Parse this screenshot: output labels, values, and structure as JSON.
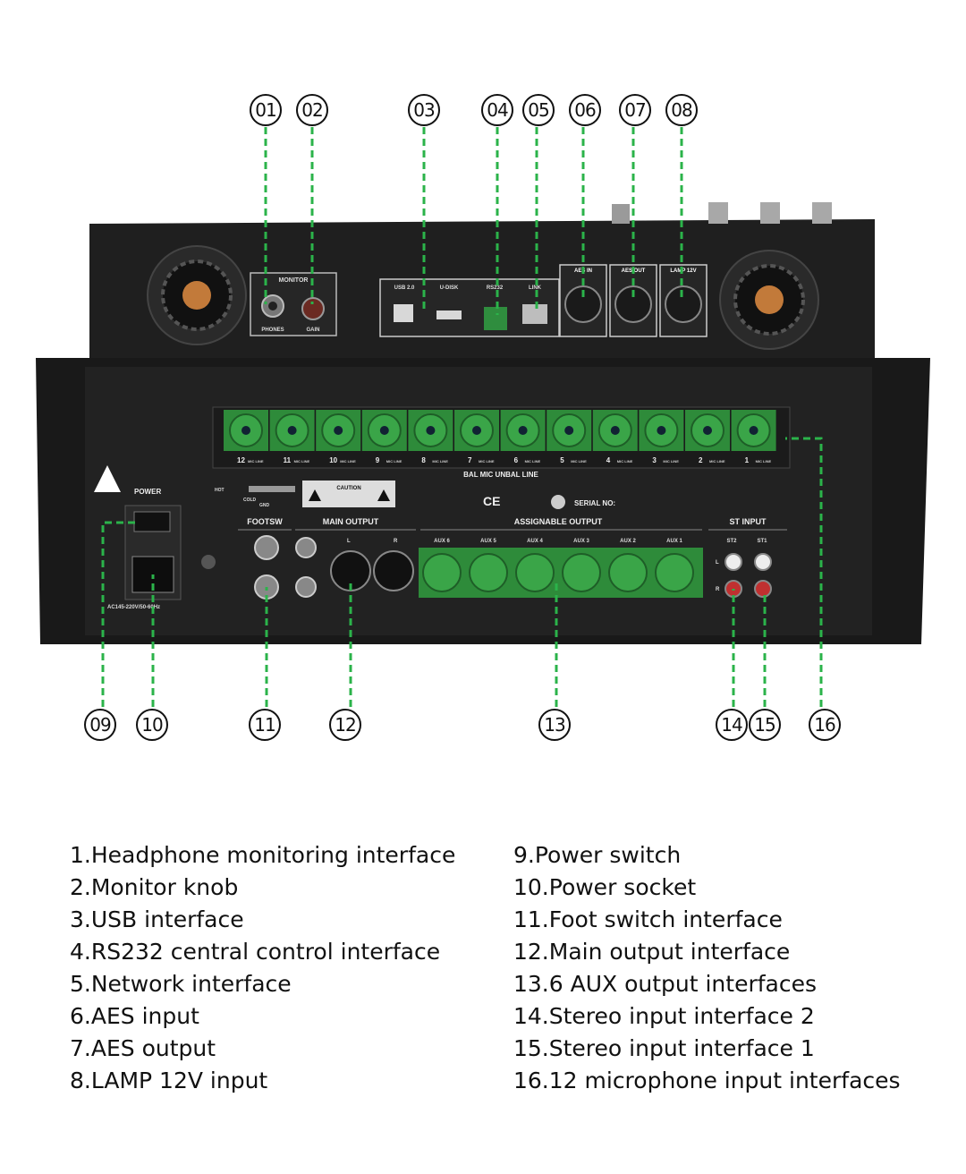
{
  "callouts": [
    {
      "num": "01",
      "label": "1.Headphone monitoring interface"
    },
    {
      "num": "02",
      "label": "2.Monitor knob"
    },
    {
      "num": "03",
      "label": "3.USB interface"
    },
    {
      "num": "04",
      "label": "4.RS232 central control interface"
    },
    {
      "num": "05",
      "label": "5.Network interface"
    },
    {
      "num": "06",
      "label": "6.AES input"
    },
    {
      "num": "07",
      "label": "7.AES output"
    },
    {
      "num": "08",
      "label": "8.LAMP 12V input"
    },
    {
      "num": "09",
      "label": "9.Power switch"
    },
    {
      "num": "10",
      "label": "10.Power socket"
    },
    {
      "num": "11",
      "label": "11.Foot switch interface"
    },
    {
      "num": "12",
      "label": "12.Main output interface"
    },
    {
      "num": "13",
      "label": "13.6 AUX output interfaces"
    },
    {
      "num": "14",
      "label": "14.Stereo input interface 2"
    },
    {
      "num": "15",
      "label": "15.Stereo input interface 1"
    },
    {
      "num": "16",
      "label": "16.12 microphone input interfaces"
    }
  ],
  "panel_labels": {
    "monitor": "MONITOR",
    "phones": "PHONES",
    "gain": "GAIN",
    "usb": "USB 2.0",
    "udisk": "U-DISK",
    "rs232": "RS232",
    "link": "LINK",
    "aes_in": "AES IN",
    "aes_out": "AES OUT",
    "lamp": "LAMP 12V",
    "power": "POWER",
    "ac": "AC145-220V/50-60Hz",
    "hot": "HOT",
    "cold": "COLD",
    "gnd": "GND",
    "footsw": "FOOTSW",
    "main_output": "MAIN OUTPUT",
    "assignable_output": "ASSIGNABLE OUTPUT",
    "st_input": "ST INPUT",
    "st2": "ST2",
    "st1": "ST1",
    "l": "L",
    "r": "R",
    "bal_mic": "BAL MIC UNBAL LINE",
    "serial": "SERIAL NO:",
    "ce": "CE",
    "caution": "CAUTION",
    "mic_line": "MIC LINE",
    "aux": "AUX"
  },
  "colors": {
    "leader": "#2bb34a",
    "xlr_green": "#2e8b3a",
    "chassis": "#1c1c1c"
  }
}
